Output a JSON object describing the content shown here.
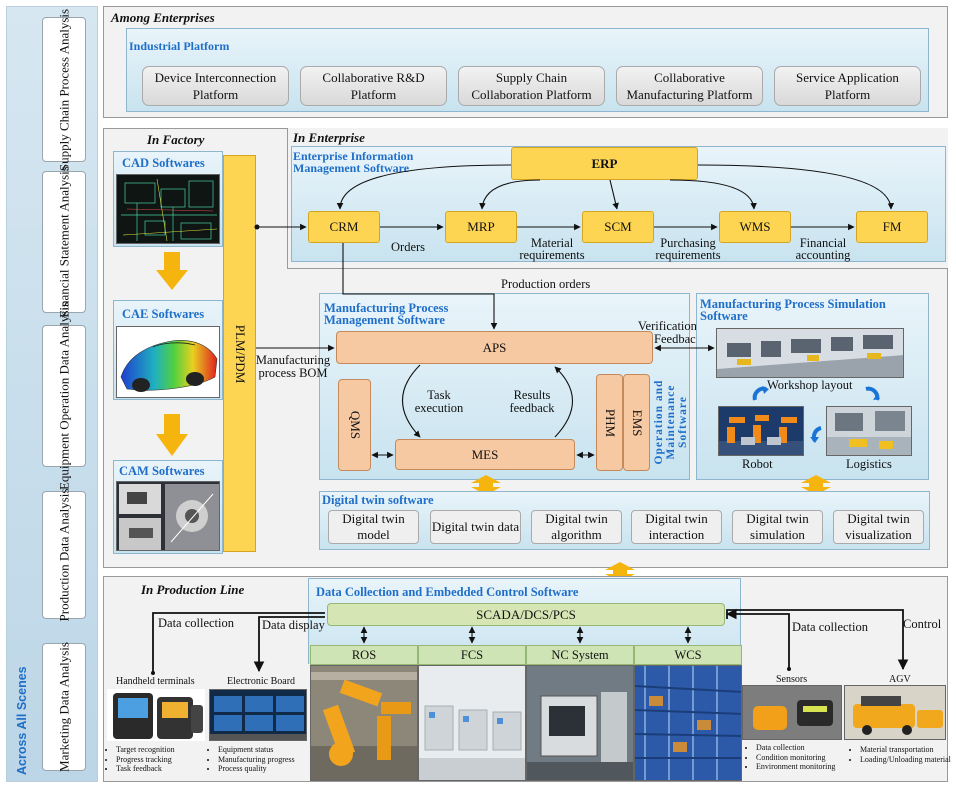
{
  "left_column": {
    "items": [
      "Supply Chain Process Analysis",
      "Financial Statement Analysis",
      "Equipment Operation Data Analysis",
      "Production Data Analysis",
      "Marketing Data Analysis"
    ],
    "bottom_label": "Across All Scenes"
  },
  "among": {
    "title": "Among Enterprises",
    "platform_title": "Industrial Platform",
    "platforms": [
      "Device Interconnection Platform",
      "Collaborative R&D Platform",
      "Supply Chain Collaboration Platform",
      "Collaborative Manufacturing Platform",
      "Service Application Platform"
    ]
  },
  "factory": {
    "title": "In Factory",
    "cad": "CAD Softwares",
    "cae": "CAE Softwares",
    "cam": "CAM Softwares",
    "plm": "PLM/PDM"
  },
  "enterprise": {
    "title": "In Enterprise",
    "subtitle": "Enterprise Information Management Software",
    "erp": "ERP",
    "modules": [
      "CRM",
      "MRP",
      "SCM",
      "WMS",
      "FM"
    ],
    "flows": [
      "Orders",
      "Material requirements",
      "Purchasing requirements",
      "Financial accounting"
    ]
  },
  "mpm": {
    "title": "Manufacturing Process Management Software",
    "aps": "APS",
    "mes": "MES",
    "qms": "QMS",
    "phm": "PHM",
    "ems": "EMS",
    "om_label": "Operation and Maintenance Software",
    "task": "Task execution",
    "results": "Results feedback",
    "production_orders": "Production orders",
    "manufacturing_bom": "Manufacturing process BOM",
    "verification": "Verification and Feedback"
  },
  "sim": {
    "title": "Manufacturing Process Simulation Software",
    "workshop": "Workshop layout",
    "robot": "Robot",
    "logistics": "Logistics"
  },
  "twin": {
    "title": "Digital twin software",
    "items": [
      "Digital twin model",
      "Digital twin data",
      "Digital twin algorithm",
      "Digital twin interaction",
      "Digital twin simulation",
      "Digital twin visualization"
    ]
  },
  "line": {
    "title": "In Production Line",
    "dc_title": "Data Collection and Embedded Control Software",
    "scada": "SCADA/DCS/PCS",
    "systems": [
      "ROS",
      "FCS",
      "NC System",
      "WCS"
    ],
    "data_collection_left": "Data collection",
    "data_display": "Data display",
    "data_collection_right": "Data collection",
    "control": "Control",
    "devices": [
      {
        "name": "Handheld terminals",
        "bullets": [
          "Target recognition",
          "Progress tracking",
          "Task feedback"
        ]
      },
      {
        "name": "Electronic Board",
        "bullets": [
          "Equipment status",
          "Manufacturing progress",
          "Process quality"
        ]
      },
      {
        "name": "Sensors",
        "bullets": [
          "Data collection",
          "Condition monitoring",
          "Environment monitoring"
        ]
      },
      {
        "name": "AGV",
        "bullets": [
          "Material transportation",
          "Loading/Unloading material"
        ]
      }
    ]
  },
  "colors": {
    "blue_title": "#1f6fc9",
    "yellow": "#fdd553",
    "orange": "#f7c9a2",
    "green": "#cfe4b4",
    "panel_blue": "#c8e3ef"
  }
}
